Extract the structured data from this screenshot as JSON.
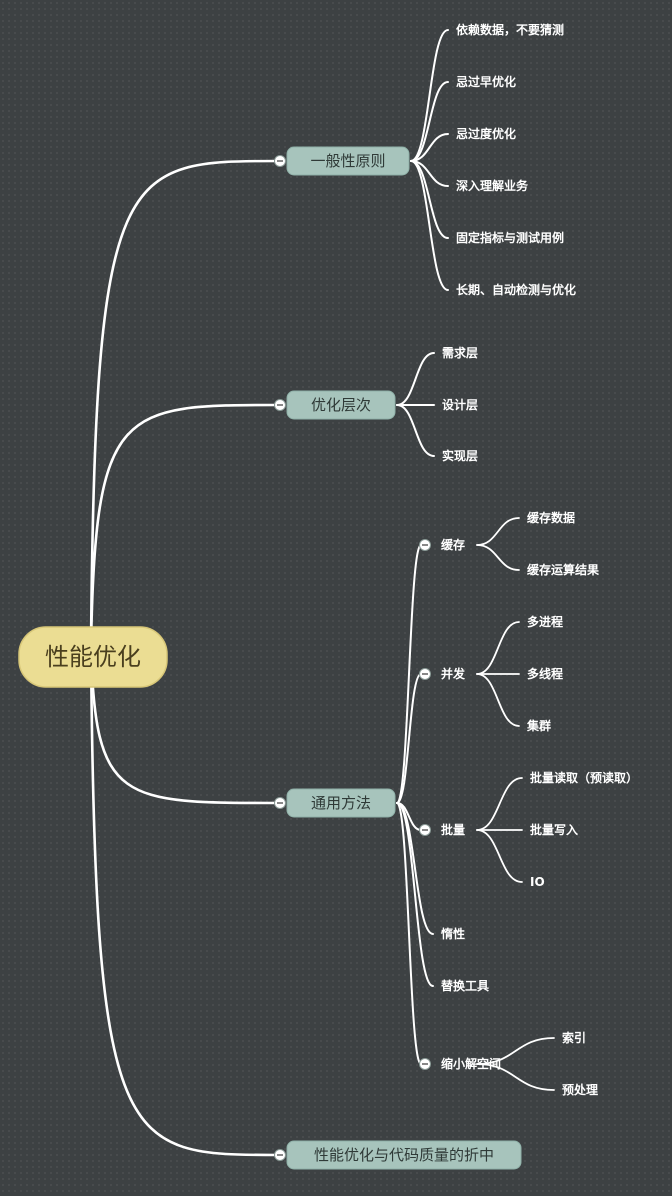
{
  "colors": {
    "background": "#3d4143",
    "root_fill": "#ebdd93",
    "main_fill": "#a7c4bc",
    "line": "#ffffff"
  },
  "mindmap": {
    "root": {
      "label": "性能优化"
    },
    "branches": [
      {
        "label": "一般性原则",
        "children": [
          {
            "label": "依赖数据，不要猜测"
          },
          {
            "label": "忌过早优化"
          },
          {
            "label": "忌过度优化"
          },
          {
            "label": "深入理解业务"
          },
          {
            "label": "固定指标与测试用例"
          },
          {
            "label": "长期、自动检测与优化"
          }
        ]
      },
      {
        "label": "优化层次",
        "children": [
          {
            "label": "需求层"
          },
          {
            "label": "设计层"
          },
          {
            "label": "实现层"
          }
        ]
      },
      {
        "label": "通用方法",
        "children": [
          {
            "label": "缓存",
            "children": [
              {
                "label": "缓存数据"
              },
              {
                "label": "缓存运算结果"
              }
            ]
          },
          {
            "label": "并发",
            "children": [
              {
                "label": "多进程"
              },
              {
                "label": "多线程"
              },
              {
                "label": "集群"
              }
            ]
          },
          {
            "label": "批量",
            "children": [
              {
                "label": "批量读取（预读取）"
              },
              {
                "label": "批量写入"
              },
              {
                "label": "IO"
              }
            ]
          },
          {
            "label": "惰性"
          },
          {
            "label": "替换工具"
          },
          {
            "label": "缩小解空间",
            "children": [
              {
                "label": "索引"
              },
              {
                "label": "预处理"
              }
            ]
          }
        ]
      },
      {
        "label": "性能优化与代码质量的折中",
        "children": []
      }
    ]
  }
}
